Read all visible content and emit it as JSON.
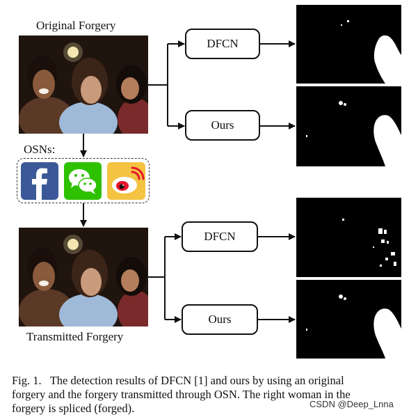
{
  "labels": {
    "original": "Original Forgery",
    "transmitted": "Transmitted Forgery",
    "osns": "OSNs:"
  },
  "boxes": {
    "dfcn_top": "DFCN",
    "ours_top": "Ours",
    "dfcn_bottom": "DFCN",
    "ours_bottom": "Ours"
  },
  "apps": [
    {
      "name": "facebook-icon",
      "color": "#3b5998"
    },
    {
      "name": "wechat-icon",
      "color": "#2dc100"
    },
    {
      "name": "weibo-icon",
      "color": "#f5c342"
    }
  ],
  "caption": {
    "line1": "Fig. 1.   The detection results of DFCN [1] and ours by using an original",
    "line2": "forgery and the forgery transmitted through OSN. The right woman in the",
    "line3": "forgery is spliced (forged)."
  },
  "watermark": "CSDN @Deep_Lnna"
}
